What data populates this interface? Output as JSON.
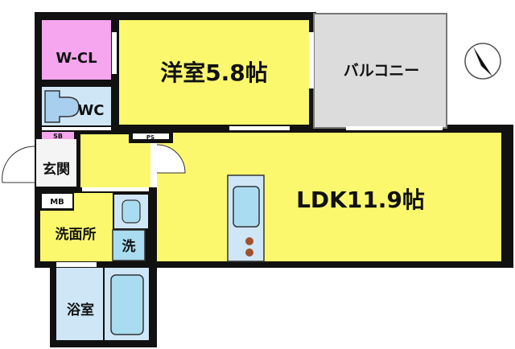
{
  "rooms": {
    "wcl": "W-CL",
    "wc": "WC",
    "western": "洋室5.8帖",
    "balcony": "バルコニー",
    "ldk": "LDK11.9帖",
    "ps": "PS",
    "sb": "SB",
    "entrance": "玄関",
    "mb": "MB",
    "washroom": "洗面所",
    "washer": "洗",
    "bath": "浴室"
  },
  "colors": {
    "wall": "#111111",
    "living": "#fbf86e",
    "closet": "#f5a6ef",
    "water": "#cfe6f7",
    "fixture": "#a9dcf0",
    "balcony": "#dcdcdc"
  }
}
